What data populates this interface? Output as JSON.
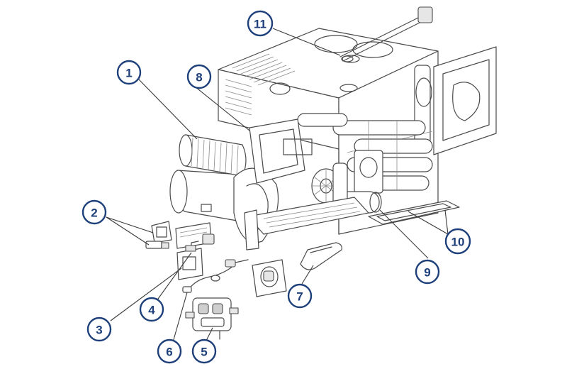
{
  "callouts": [
    {
      "id": "1",
      "label": "1"
    },
    {
      "id": "2",
      "label": "2"
    },
    {
      "id": "3",
      "label": "3"
    },
    {
      "id": "4",
      "label": "4"
    },
    {
      "id": "5",
      "label": "5"
    },
    {
      "id": "6",
      "label": "6"
    },
    {
      "id": "7",
      "label": "7"
    },
    {
      "id": "8",
      "label": "8"
    },
    {
      "id": "9",
      "label": "9"
    },
    {
      "id": "10",
      "label": "10"
    },
    {
      "id": "11",
      "label": "11"
    }
  ],
  "colors": {
    "callout_stroke": "#1d3f7a",
    "callout_text": "#1d3f7a",
    "line_art": "#4a4a4a",
    "background": "#ffffff"
  }
}
